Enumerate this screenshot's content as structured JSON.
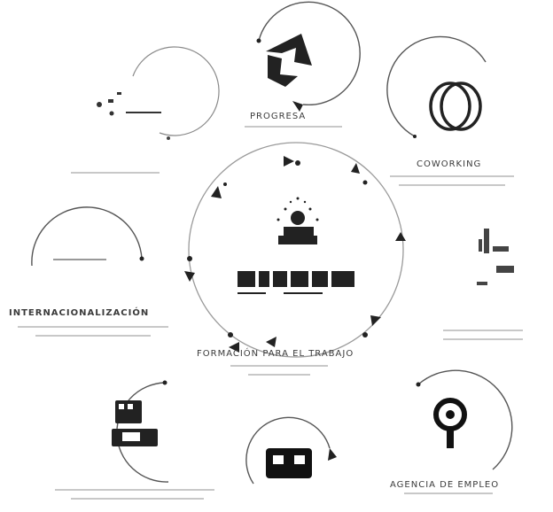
{
  "diagram": {
    "center_logo_text": "",
    "modules": [
      {
        "id": "progresa",
        "label": "PROGRESA"
      },
      {
        "id": "coworking",
        "label": "COWORKING"
      },
      {
        "id": "agencia",
        "label": "AGENCIA DE EMPLEO"
      },
      {
        "id": "formacion",
        "label": "FORMACIÓN PARA EL TRABAJO"
      },
      {
        "id": "internacionalizacion",
        "label": "INTERNACIONALIZACIÓN"
      }
    ]
  }
}
